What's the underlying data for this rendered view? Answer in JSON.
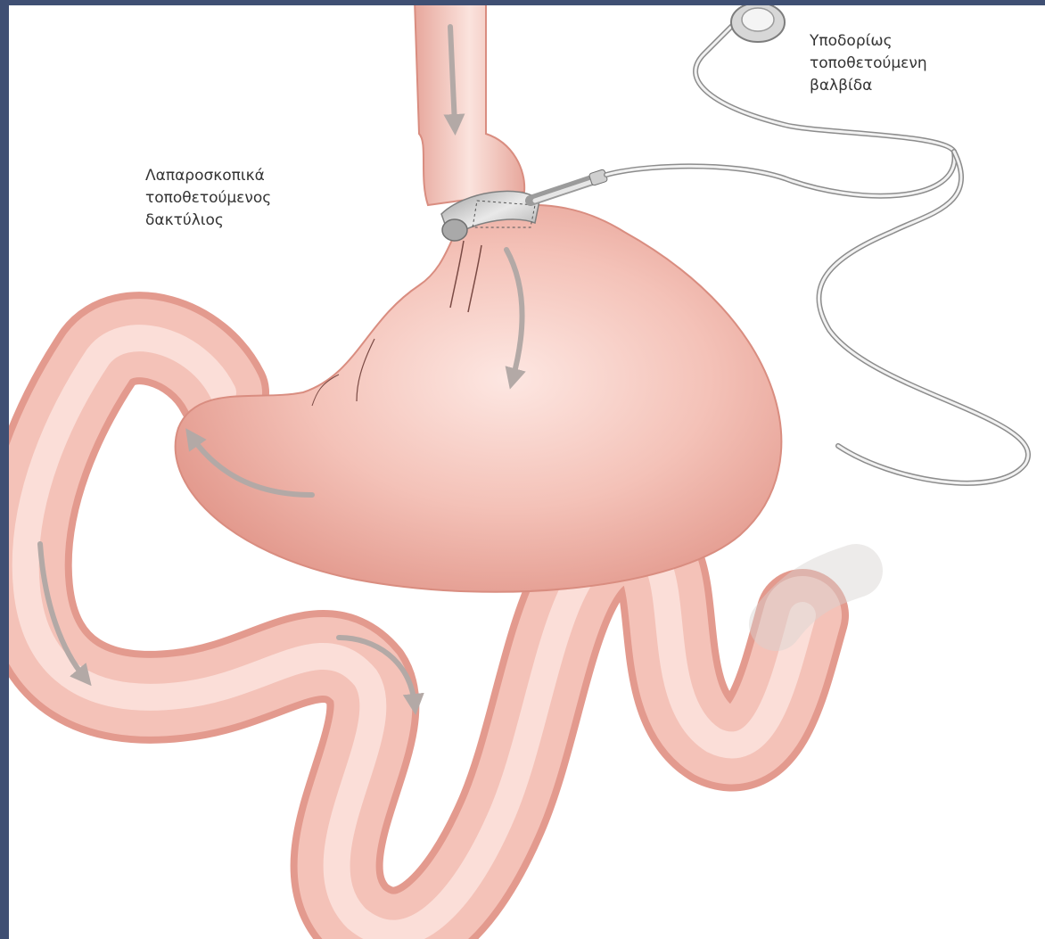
{
  "labels": {
    "valve": [
      "Υποδορίως",
      "τοποθετούμενη",
      "βαλβίδα"
    ],
    "band": [
      "Λαπαροσκοπικά",
      "τοποθετούμενος",
      "δακτύλιος"
    ]
  },
  "colors": {
    "frame": "#3f4f73",
    "tissue": "#f2b9ae",
    "tissue_shade": "#e39a8e",
    "tissue_highlight": "#fbe3dd",
    "arrow": "#b3a9a6",
    "tube": "#d9d9d9",
    "band": "#bdbdbd"
  },
  "icons": {
    "valve": "port-valve-icon",
    "band": "gastric-band-icon",
    "arrows": "food-flow-arrow-icon"
  }
}
